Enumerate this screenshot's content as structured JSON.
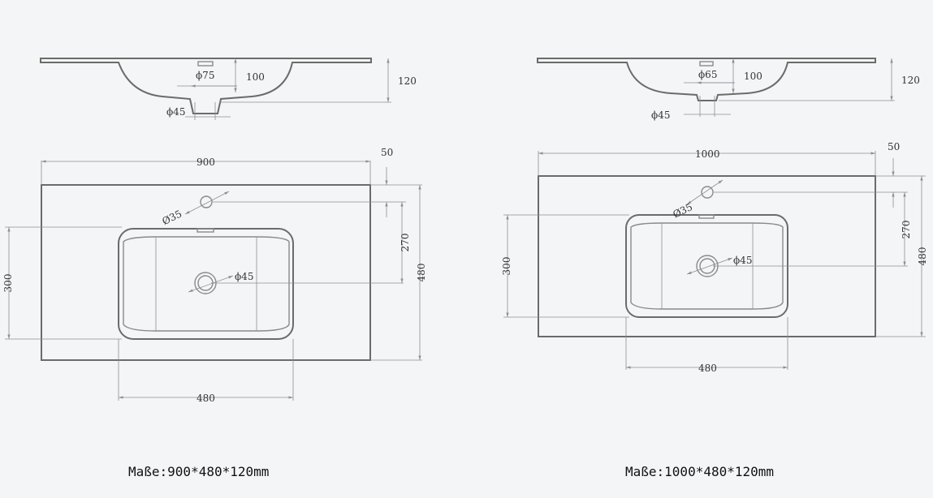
{
  "left": {
    "side": {
      "drain_dia": "ϕ75",
      "depth": "100",
      "total_h": "120",
      "outlet_dia": "ϕ45"
    },
    "top": {
      "width": "900",
      "edge": "50",
      "tap_hole": "Ø35",
      "drain_hole": "ϕ45",
      "offset": "270",
      "depth": "480",
      "bowl_h": "300",
      "bowl_w": "480"
    },
    "caption": "Maße:900*480*120mm"
  },
  "right": {
    "side": {
      "drain_dia": "ϕ65",
      "depth": "100",
      "total_h": "120",
      "outlet_dia": "ϕ45"
    },
    "top": {
      "width": "1000",
      "edge": "50",
      "tap_hole": "Ø35",
      "drain_hole": "ϕ45",
      "offset": "270",
      "depth": "480",
      "bowl_h": "300",
      "bowl_w": "480"
    },
    "caption": "Maße:1000*480*120mm"
  },
  "colors": {
    "outline": "#6b6b6b",
    "dimension": "#8f8f8f",
    "background": "#f4f5f7"
  }
}
